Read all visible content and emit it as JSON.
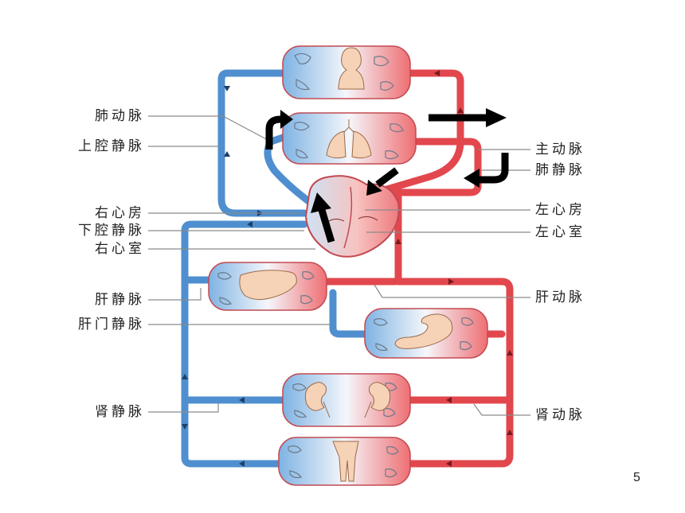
{
  "labels_left": {
    "pulmonary_artery": "肺动脉",
    "superior_vena_cava": "上腔静脉",
    "right_atrium": "右心房",
    "inferior_vena_cava": "下腔静脉",
    "right_ventricle": "右心室",
    "hepatic_vein": "肝静脉",
    "hepatic_portal_vein": "肝门静脉",
    "renal_vein": "肾静脉"
  },
  "labels_right": {
    "aorta": "主动脉",
    "pulmonary_vein": "肺静脉",
    "left_atrium": "左心房",
    "left_ventricle": "左心室",
    "hepatic_artery": "肝动脉",
    "renal_artery": "肾动脉"
  },
  "page_number": "5",
  "colors": {
    "arterial": "#e8585c",
    "venous": "#5b9bd8",
    "organ": "#f6d2b6",
    "arrow": "#000000"
  },
  "icons": [
    "head-torso-icon",
    "lungs-icon",
    "heart-icon",
    "liver-icon",
    "stomach-intestine-icon",
    "kidneys-icon",
    "legs-icon",
    "flow-arrow-icon"
  ]
}
